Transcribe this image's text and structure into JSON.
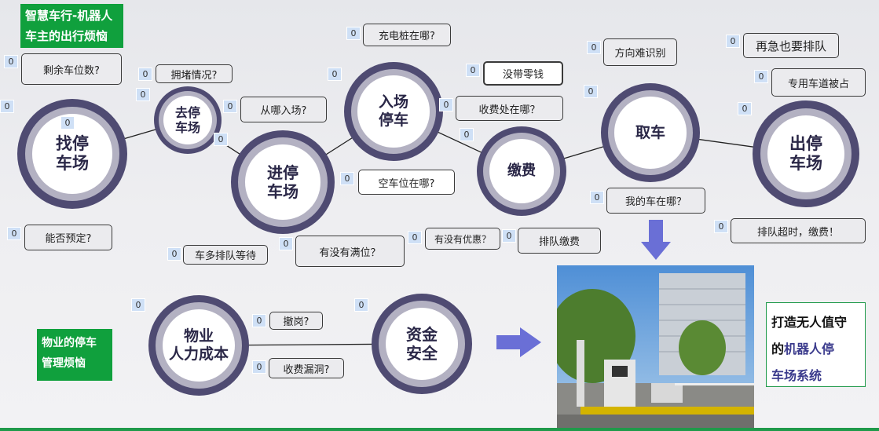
{
  "titles": {
    "top_line1": "智慧车行-机器人",
    "top_line2": "车主的出行烦恼",
    "mgmt_line1": "物业的停车",
    "mgmt_line2": "管理烦恼"
  },
  "nodes": {
    "find": "找停\n车场",
    "go": "去停\n车场",
    "enter": "进停\n车场",
    "entry": "入场\n停车",
    "pay": "缴费",
    "pickup": "取车",
    "exit": "出停\n车场",
    "labor": "物业\n人力成本",
    "funds": "资金\n安全"
  },
  "callouts": {
    "remaining": "剩余车位数?",
    "congestion": "拥堵情况?",
    "which_entry": "从哪入场?",
    "charger": "充电桩在哪?",
    "no_change": "没带零钱",
    "payment_where": "收费处在哪？",
    "empty_spot": "空车位在哪?",
    "direction": "方向难识别",
    "queue_anyway": "再急也要排队",
    "lane_occupied": "专用车道被占",
    "my_car": "我的车在哪？",
    "queue_timeout": "排队超时，缴费！",
    "reserve": "能否预定?",
    "queue_cars": "车多排队等待",
    "full": "有没有满位？",
    "discount": "有没有优惠？",
    "queue_pay": "排队缴费",
    "remove_post": "撤岗?",
    "fee_leak": "收费漏洞?"
  },
  "badge_value": "0",
  "solution": {
    "line1": "打造无人值守",
    "line2_prefix": "的",
    "line2_highlight": "机器人停",
    "line3": "车场系统"
  },
  "colors": {
    "green": "#10a03d",
    "ring_dark": "#4f4b72",
    "ring_light": "#b3b1c2",
    "arrow": "#6a6fd6",
    "highlight": "#3a3a8c"
  },
  "icons": [
    "arrow-down-icon",
    "arrow-right-icon"
  ]
}
